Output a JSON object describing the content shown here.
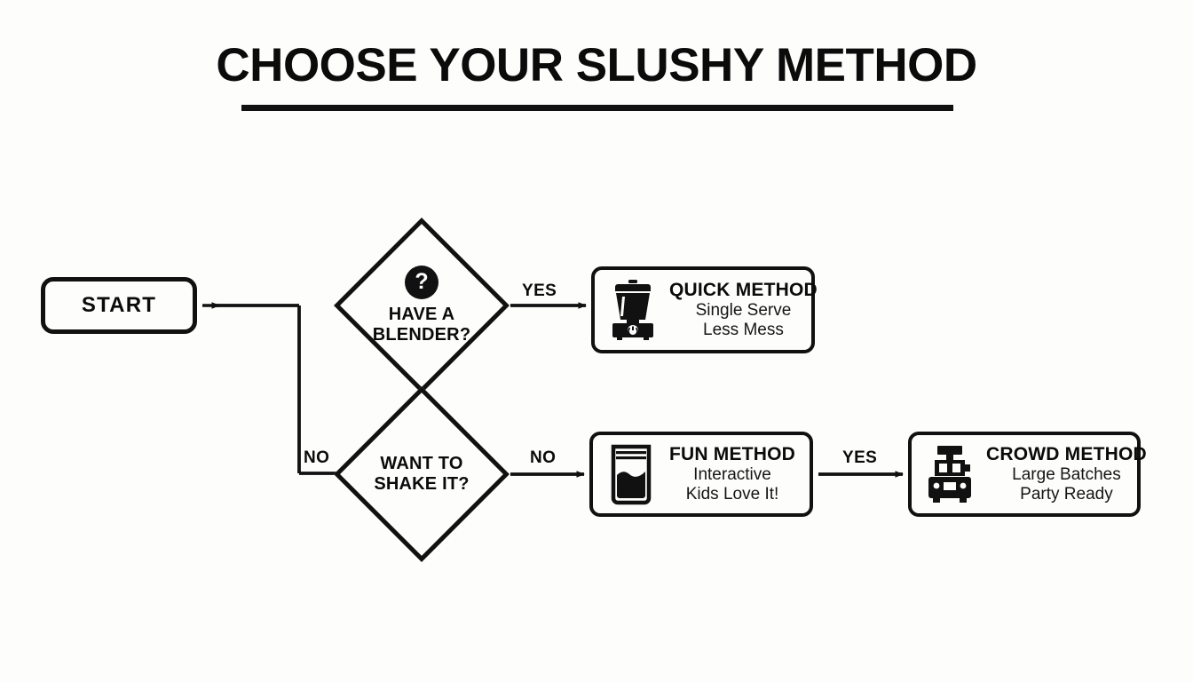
{
  "page": {
    "title": "CHOOSE YOUR SLUSHY METHOD",
    "background_color": "#fdfdfc",
    "ink_color": "#111111"
  },
  "nodes": {
    "start": {
      "label": "START",
      "shape": "rounded-rectangle"
    },
    "decision_blender": {
      "icon": "question-mark-badge",
      "icon_glyph": "?",
      "text": "HAVE A\nBLENDER?",
      "shape": "diamond"
    },
    "decision_shake": {
      "text": "WANT TO\nSHAKE IT?",
      "shape": "diamond"
    }
  },
  "outcomes": [
    {
      "id": "quick",
      "icon": "blender-icon",
      "title": "QUICK METHOD",
      "sub1": "Single Serve",
      "sub2": "Less Mess"
    },
    {
      "id": "fun",
      "icon": "zip-bag-icon",
      "title": "FUN METHOD",
      "sub1": "Interactive",
      "sub2": "Kids Love It!"
    },
    {
      "id": "crowd",
      "icon": "slushy-machine-icon",
      "title": "CROWD METHOD",
      "sub1": "Large Batches",
      "sub2": "Party Ready"
    }
  ],
  "edges": [
    {
      "id": "start-to-branch",
      "label": ""
    },
    {
      "id": "blender-yes-to-quick",
      "label": "YES"
    },
    {
      "id": "start-no-to-shake",
      "label": "NO"
    },
    {
      "id": "shake-no-to-fun",
      "label": "NO"
    },
    {
      "id": "fun-yes-to-crowd",
      "label": "YES"
    }
  ],
  "chart_data": {
    "type": "diagram",
    "diagram_type": "flowchart",
    "title": "CHOOSE YOUR SLUSHY METHOD",
    "nodes": [
      {
        "id": "start",
        "type": "terminator",
        "label": "START"
      },
      {
        "id": "d1",
        "type": "decision",
        "label": "HAVE A BLENDER?"
      },
      {
        "id": "d2",
        "type": "decision",
        "label": "WANT TO SHAKE IT?"
      },
      {
        "id": "quick",
        "type": "result",
        "label": "QUICK METHOD",
        "details": [
          "Single Serve",
          "Less Mess"
        ]
      },
      {
        "id": "fun",
        "type": "result",
        "label": "FUN METHOD",
        "details": [
          "Interactive",
          "Kids Love It!"
        ]
      },
      {
        "id": "crowd",
        "type": "result",
        "label": "CROWD METHOD",
        "details": [
          "Large Batches",
          "Party Ready"
        ]
      }
    ],
    "links": [
      {
        "from": "start",
        "to": "d1",
        "label": ""
      },
      {
        "from": "d1",
        "to": "quick",
        "label": "YES"
      },
      {
        "from": "start",
        "to": "d2",
        "label": "NO"
      },
      {
        "from": "d2",
        "to": "fun",
        "label": "NO"
      },
      {
        "from": "fun",
        "to": "crowd",
        "label": "YES"
      }
    ]
  }
}
